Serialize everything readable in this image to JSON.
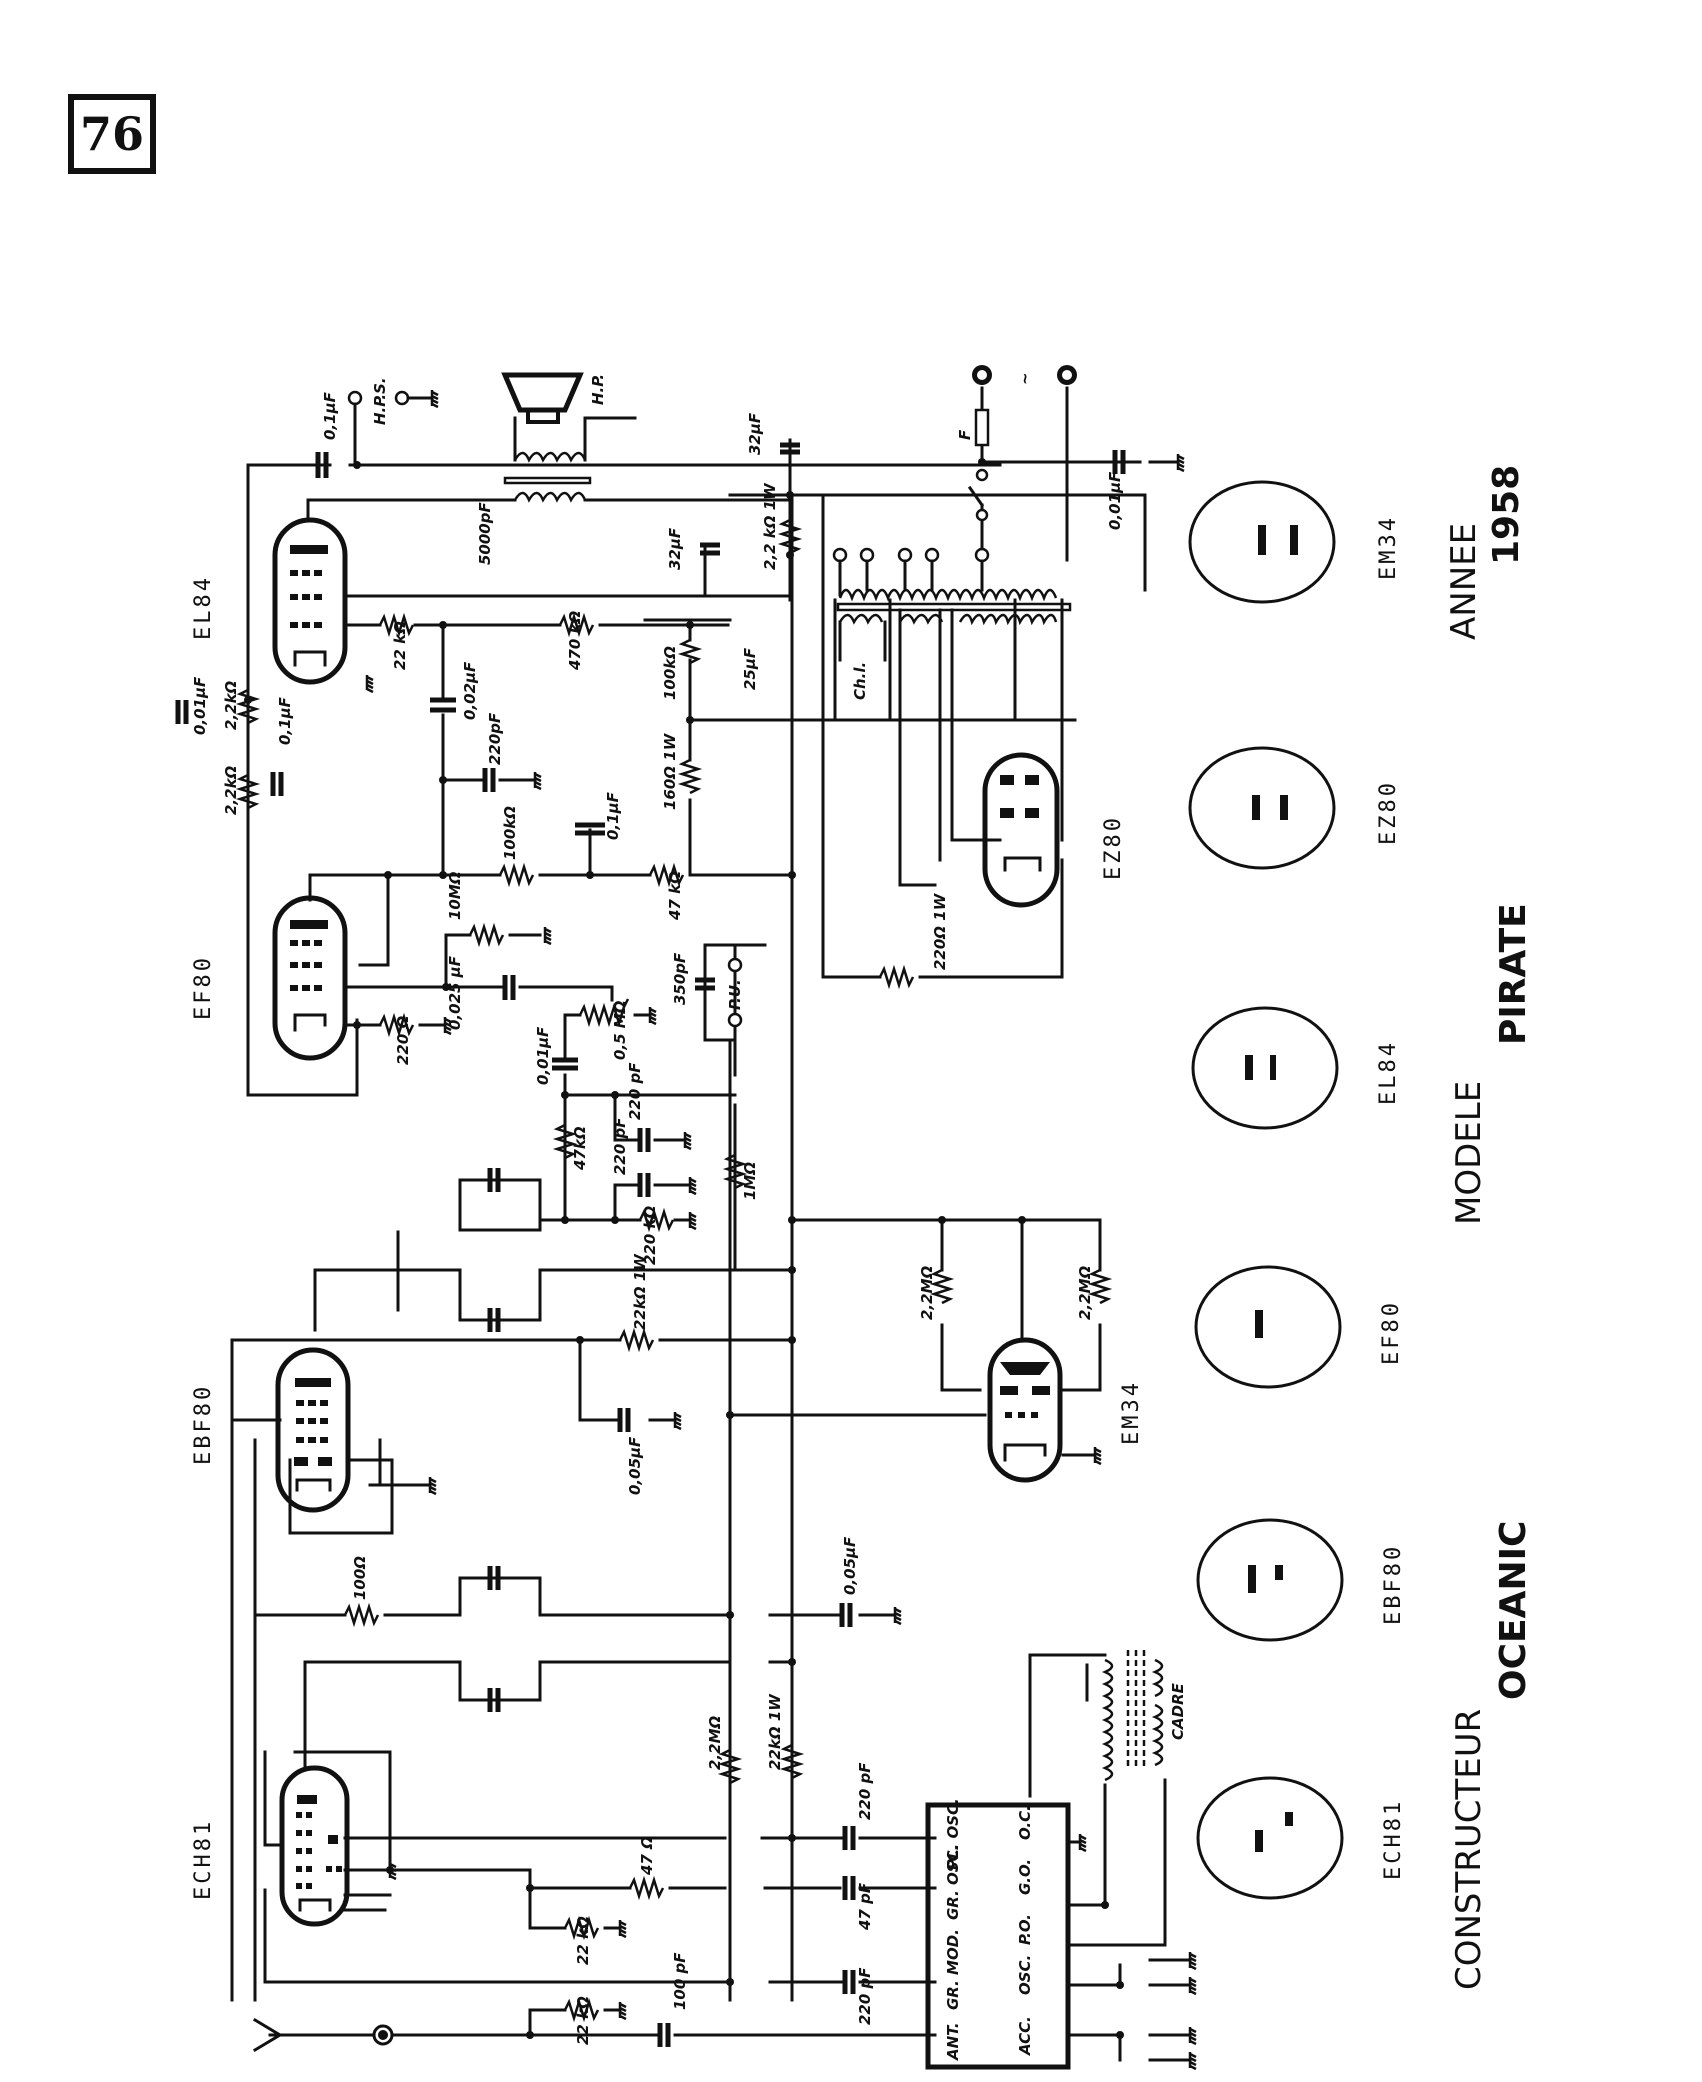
{
  "page_badge": "76",
  "title_block": {
    "constructeur_label": "CONSTRUCTEUR",
    "constructeur_value": "OCEANIC",
    "modele_label": "MODELE",
    "modele_value": "PIRATE",
    "annee_label": "ANNEE",
    "annee_value": "1958"
  },
  "tubes": {
    "el84": "EL84",
    "ef80": "EF80",
    "ebf80": "EBF80",
    "ech81": "ECH81",
    "em34": "EM34",
    "ez80": "EZ80"
  },
  "base_diagrams": [
    "EM34",
    "EZ80",
    "EL84",
    "EF80",
    "EBF80",
    "ECH81"
  ],
  "components": {
    "c_out": "0,1µF",
    "hps": "H.P.S.",
    "hp": "H.P.",
    "c_5000": "5000pF",
    "r_22k_el84": "22 kΩ",
    "r_470k": "470 kΩ",
    "c_002": "0,02µF",
    "c_220pf_top": "220pF",
    "c_001_fb": "0,01µF",
    "r_22k_fb_a": "2,2kΩ",
    "r_22k_fb_b": "2,2kΩ",
    "c_01_fb": "0,1µF",
    "r_100k": "100kΩ",
    "c_01_dec": "0,1µF",
    "r_47k_ef80": "47 kΩ",
    "r_10m": "10MΩ",
    "c_0025": "0,025 µF",
    "r_220_ef80": "220 Ω",
    "pot_05m": "0,5 MΩ",
    "c_350": "350pF",
    "pu": "P.U.",
    "c_001_vol": "0,01µF",
    "c_220pf_a": "220 pF",
    "c_220pf_b": "220 pF",
    "r_47k_det": "47kΩ",
    "r_220k": "220 kΩ",
    "r_1m": "1MΩ",
    "r_22k_1w": "22kΩ 1W",
    "c_005_a": "0,05µF",
    "c_005_b": "0,05µF",
    "r_100_osc": "100Ω",
    "r_22m_agc": "2,2MΩ",
    "r_22k_1w_b": "22kΩ 1W",
    "r_22m_em_a": "2,2MΩ",
    "r_22m_em_b": "2,2MΩ",
    "c_220pf_pl": "220 pF",
    "c_47pf": "47 pF",
    "c_220pf_mod": "220 pF",
    "c_100pf": "100 pF",
    "r_47_osc": "47 Ω",
    "r_22k_g": "22 kΩ",
    "r_22k_ant": "22 kΩ",
    "c_32_a": "32µF",
    "c_32_b": "32µF",
    "r_22k_psu": "2,2 kΩ 1W",
    "c_25": "25µF",
    "r_100k_psu": "100kΩ",
    "r_160": "160Ω 1W",
    "r_220_1w": "220Ω 1W",
    "ch_l": "Ch.l.",
    "fuse": "F",
    "mains": "~",
    "c_001_mains": "0,01µF",
    "cadre": "CADRE"
  },
  "switch_block": {
    "left": [
      "PL. OSC.",
      "GR. OSC.",
      "GR. MOD.",
      "ANT."
    ],
    "right": [
      "O.C.",
      "G.O.",
      "P.O.",
      "OSC.",
      "ACC."
    ]
  }
}
